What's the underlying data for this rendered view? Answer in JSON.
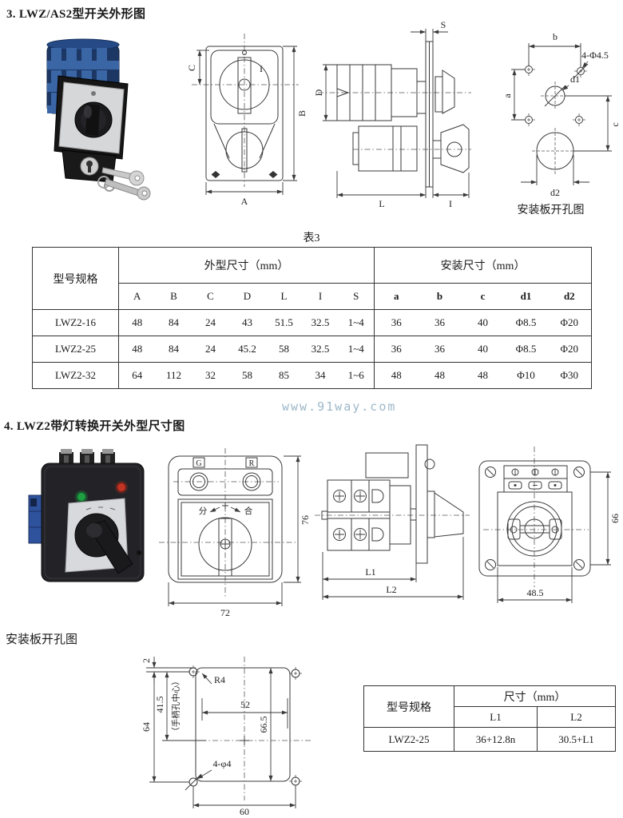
{
  "titles": {
    "section3": "3. LWZ/AS2型开关外形图",
    "section4": "4. LWZ2带灯转换开关外型尺寸图",
    "table3_caption": "表3",
    "mount_caption_top": "安装板开孔图",
    "mount_caption_bottom": "安装板开孔图",
    "watermark": "www.91way.com"
  },
  "colors": {
    "watermark": "#9db8c9",
    "line_art": "#3a3a3a",
    "switch_blue": "#3b66a6",
    "lamp_green": "#1f9e43",
    "lamp_red": "#c03425"
  },
  "fig_outline": {
    "front": {
      "c": "C",
      "i": "I",
      "b": "B",
      "a": "A"
    },
    "side": {
      "s": "S",
      "d": "D",
      "l": "L",
      "i": "I"
    },
    "holes": {
      "b": "b",
      "a": "a",
      "c": "c",
      "d1": "d1",
      "d2": "d2",
      "note": "4-Φ4.5"
    }
  },
  "table3": {
    "model_header": "型号规格",
    "outline_header": "外型尺寸（mm）",
    "mount_header": "安装尺寸（mm）",
    "outline_cols": [
      "A",
      "B",
      "C",
      "D",
      "L",
      "I",
      "S"
    ],
    "mount_cols": [
      "a",
      "b",
      "c",
      "d1",
      "d2"
    ],
    "rows": [
      {
        "model": "LWZ2-16",
        "outline": [
          "48",
          "84",
          "24",
          "43",
          "51.5",
          "32.5",
          "1~4"
        ],
        "mount": [
          "36",
          "36",
          "40",
          "Φ8.5",
          "Φ20"
        ]
      },
      {
        "model": "LWZ2-25",
        "outline": [
          "48",
          "84",
          "24",
          "45.2",
          "58",
          "32.5",
          "1~4"
        ],
        "mount": [
          "36",
          "36",
          "40",
          "Φ8.5",
          "Φ20"
        ]
      },
      {
        "model": "LWZ2-32",
        "outline": [
          "64",
          "112",
          "32",
          "58",
          "85",
          "34",
          "1~6"
        ],
        "mount": [
          "48",
          "48",
          "48",
          "Φ10",
          "Φ30"
        ]
      }
    ]
  },
  "fig_lamp": {
    "front": {
      "g": "G",
      "r": "R",
      "open": "分",
      "close": "合",
      "w": "72",
      "h": "76"
    },
    "side": {
      "l1": "L1",
      "l2": "L2"
    },
    "back": {
      "h": "66",
      "w": "48.5"
    }
  },
  "fig_cutout": {
    "top_gap": "2",
    "r4": "R4",
    "v41_5": "41.5",
    "note": "（手柄孔中心）",
    "v64": "64",
    "v52": "52",
    "v66_5": "66.5",
    "holes": "4-φ4",
    "v60": "60"
  },
  "table4": {
    "model_header": "型号规格",
    "size_header": "尺寸（mm）",
    "cols": [
      "L1",
      "L2"
    ],
    "rows": [
      {
        "model": "LWZ2-25",
        "values": [
          "36+12.8n",
          "30.5+L1"
        ]
      }
    ]
  }
}
